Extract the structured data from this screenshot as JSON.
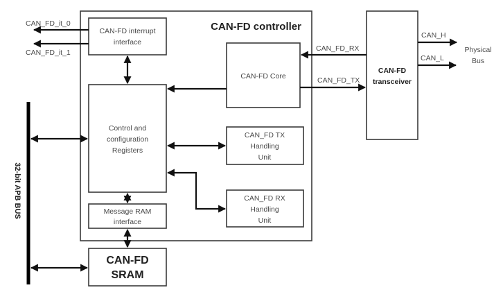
{
  "diagram": {
    "controller": {
      "title": "CAN-FD controller"
    },
    "blocks": {
      "interrupt": [
        "CAN-FD interrupt",
        "interface"
      ],
      "registers": [
        "Control and",
        "configuration",
        "Registers"
      ],
      "core": [
        "CAN-FD Core"
      ],
      "tx_unit": [
        "CAN_FD TX",
        "Handling",
        "Unit"
      ],
      "rx_unit": [
        "CAN_FD RX",
        "Handling",
        "Unit"
      ],
      "msg_ram": [
        "Message RAM",
        "interface"
      ],
      "sram": [
        "CAN-FD",
        "SRAM"
      ],
      "transceiver": [
        "CAN-FD",
        "transceiver"
      ]
    },
    "signals": {
      "it0": "CAN_FD_it_0",
      "it1": "CAN_FD_it_1",
      "rx": "CAN_FD_RX",
      "tx": "CAN_FD_TX",
      "can_h": "CAN_H",
      "can_l": "CAN_L"
    },
    "physical_bus": [
      "Physical",
      "Bus"
    ],
    "apb_bus": "32-bit APB BUS"
  }
}
